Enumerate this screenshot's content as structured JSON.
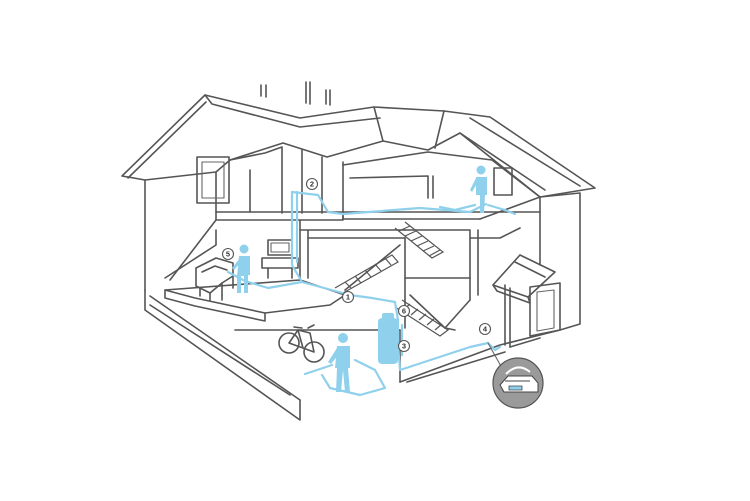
{
  "colors": {
    "outline": "#555555",
    "pipe": "#8fd0ec",
    "figure": "#8fd0ec",
    "background": "#ffffff",
    "inset": "#9a9a9a"
  },
  "markers": [
    {
      "id": "marker-1",
      "label": "1"
    },
    {
      "id": "marker-2",
      "label": "2"
    },
    {
      "id": "marker-3",
      "label": "3"
    },
    {
      "id": "marker-4",
      "label": "4"
    },
    {
      "id": "marker-5",
      "label": "5"
    },
    {
      "id": "marker-6",
      "label": "6"
    }
  ]
}
